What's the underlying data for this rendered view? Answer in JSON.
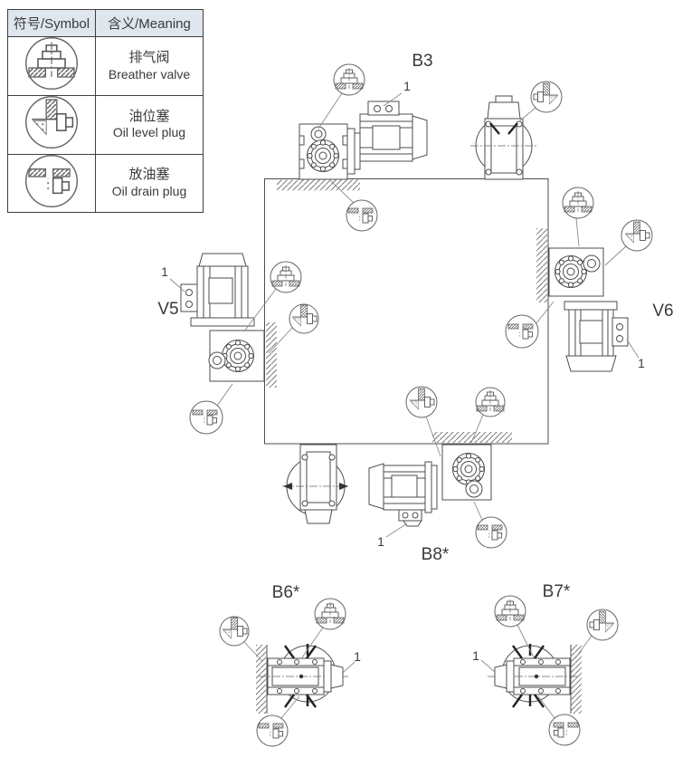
{
  "legend": {
    "header": {
      "symbol": "符号/Symbol",
      "meaning": "含义/Meaning"
    },
    "rows": [
      {
        "icon": "breather-valve-symbol",
        "zh": "排气阀",
        "en": "Breather valve"
      },
      {
        "icon": "oil-level-plug-symbol",
        "zh": "油位塞",
        "en": "Oil level plug"
      },
      {
        "icon": "oil-drain-plug-symbol",
        "zh": "放油塞",
        "en": "Oil drain plug"
      }
    ]
  },
  "diagram": {
    "motor_ref_label": "1",
    "positions": [
      {
        "id": "b3",
        "label": "B3"
      },
      {
        "id": "v5",
        "label": "V5"
      },
      {
        "id": "v6",
        "label": "V6"
      },
      {
        "id": "b8",
        "label": "B8*"
      },
      {
        "id": "b6",
        "label": "B6*"
      },
      {
        "id": "b7",
        "label": "B7*"
      }
    ]
  },
  "colors": {
    "line": "#4d4d4d",
    "leader": "#8a8a8a",
    "header_bg": "#dfe6ed",
    "text": "#3a3a3a"
  }
}
